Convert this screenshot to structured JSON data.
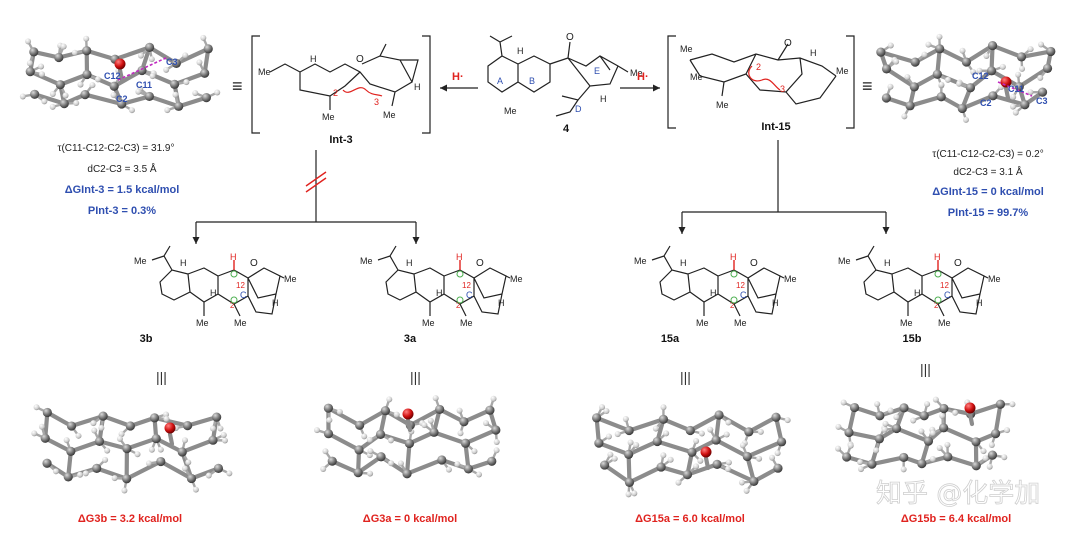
{
  "top_left_3d": {
    "atoms": [
      "C12",
      "C3",
      "C11",
      "C2"
    ],
    "torsion_text": "τ(C11-C12-C2-C3) = 31.9°",
    "distance_text": "dC2-C3 = 3.5 Å",
    "dG_text": "ΔGInt-3 = 1.5 kcal/mol",
    "P_text": "PInt-3 = 0.3%"
  },
  "top_right_3d": {
    "atoms": [
      "C12",
      "C11",
      "C2",
      "C3"
    ],
    "torsion_text": "τ(C11-C12-C2-C3) = 0.2°",
    "distance_text": "dC2-C3 = 3.1 Å",
    "dG_text": "ΔGInt-15 = 0 kcal/mol",
    "P_text": "PInt-15 = 99.7%"
  },
  "equiv_symbol": "≡",
  "center": {
    "label": "4",
    "ring_labels": [
      "A",
      "B",
      "E",
      "D"
    ],
    "substituents": [
      "Me",
      "H"
    ],
    "reagent_left": "H·",
    "reagent_right": "H·"
  },
  "int3": {
    "label": "Int-3",
    "subs": [
      "Me",
      "H",
      "Me",
      "H",
      "Me"
    ],
    "numbers": [
      "2",
      "3"
    ]
  },
  "int15": {
    "label": "Int-15",
    "subs": [
      "Me",
      "Me",
      "H",
      "Me",
      "Me"
    ],
    "numbers": [
      "2",
      "3"
    ]
  },
  "products": [
    {
      "id": "3b",
      "label": "3b",
      "dG_text": "ΔG3b = 3.2 kcal/mol",
      "nums": [
        "12",
        "2"
      ],
      "ring": "C"
    },
    {
      "id": "3a",
      "label": "3a",
      "dG_text": "ΔG3a = 0 kcal/mol",
      "nums": [
        "12",
        "2"
      ],
      "ring": "C"
    },
    {
      "id": "15a",
      "label": "15a",
      "dG_text": "ΔG15a = 6.0 kcal/mol",
      "nums": [
        "12",
        "2"
      ],
      "ring": "C"
    },
    {
      "id": "15b",
      "label": "15b",
      "dG_text": "ΔG15b = 6.4 kcal/mol",
      "nums": [
        "12",
        "2"
      ],
      "ring": "C"
    }
  ],
  "parallel_symbol": "|||",
  "watermark": "知乎 @化学加"
}
